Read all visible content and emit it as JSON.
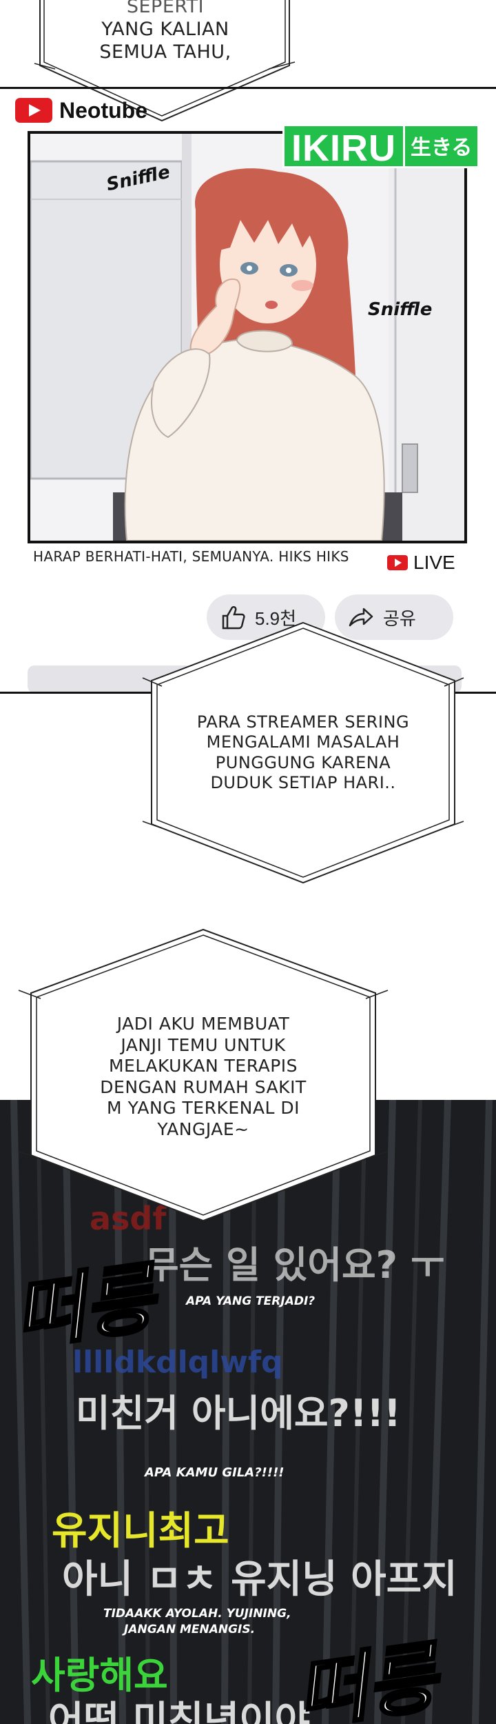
{
  "top_narration": {
    "lines": [
      "SEPERTI",
      "YANG KALIAN",
      "SEMUA TAHU,"
    ]
  },
  "stream": {
    "platform_name": "Neotube",
    "watermark": {
      "main": "IKIRU",
      "japanese": "生きる"
    },
    "sound_effects": [
      "Sniffle",
      "Sniffle"
    ],
    "caption": "HARAP BERHATI-HATI, SEMUANYA. HIKS HIKS",
    "live_label": "LIVE",
    "like_count": "5.9천",
    "share_label": "공유"
  },
  "narration_2": {
    "lines": [
      "PARA STREAMER SERING",
      "MENGALAMI MASALAH",
      "PUNGGUNG KARENA",
      "DUDUK SETIAP HARI.."
    ]
  },
  "narration_3": {
    "lines": [
      "JADI AKU MEMBUAT",
      "JANJI TEMU UNTUK",
      "MELAKUKAN TERAPIS",
      "DENGAN RUMAH SAKIT",
      "M YANG TERKENAL DI",
      "YANGJAE~"
    ]
  },
  "chat": {
    "usernames": [
      "asdf",
      "lllldkdlqlwfq",
      "유지니최고",
      "사랑해요"
    ],
    "messages": [
      "무슨 일 있어요? ㅜ",
      "미친거 아니에요?!!!",
      "아니 ㅁㅊ 유지닝 아프지",
      "어떤 미친년이야"
    ],
    "translations": [
      "APA YANG TERJADI?",
      "APA KAMU GILA?!!!!",
      "TIDAAKK AYOLAH. YUJINING,",
      "JANGAN MENANGIS."
    ],
    "sfx": [
      "떠릉",
      "떠릉"
    ],
    "colors": {
      "username_red": "#8a1c1c",
      "username_blue": "#2c4aa0",
      "username_yellow": "#e6e62a",
      "username_green": "#3bd43b",
      "message": "#d9d9d9"
    }
  }
}
